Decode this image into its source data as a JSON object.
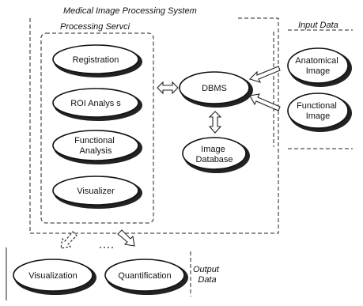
{
  "system_title": "Medical Image Processing System",
  "processing_server_title": "Processing Servci",
  "input_data_title": "Input Data",
  "output_data_title": [
    "Output",
    "Data"
  ],
  "processing_nodes": [
    {
      "id": "registration",
      "lines": [
        "Registration"
      ]
    },
    {
      "id": "roi-analysis",
      "lines": [
        "ROI Analys s"
      ]
    },
    {
      "id": "functional-analysis",
      "lines": [
        "Functional",
        "Analysis"
      ]
    },
    {
      "id": "visualizer",
      "lines": [
        "Visualizer"
      ]
    }
  ],
  "dbms": {
    "lines": [
      "DBMS"
    ]
  },
  "image_database": {
    "lines": [
      "Image",
      "Database"
    ]
  },
  "input_nodes": [
    {
      "id": "anatomical-image",
      "lines": [
        "Anatomical",
        "Image"
      ]
    },
    {
      "id": "functional-image",
      "lines": [
        "Functional",
        "Image"
      ]
    }
  ],
  "output_nodes": [
    {
      "id": "visualization",
      "lines": [
        "Visualization"
      ]
    },
    {
      "id": "quantification",
      "lines": [
        "Quantification"
      ]
    }
  ]
}
